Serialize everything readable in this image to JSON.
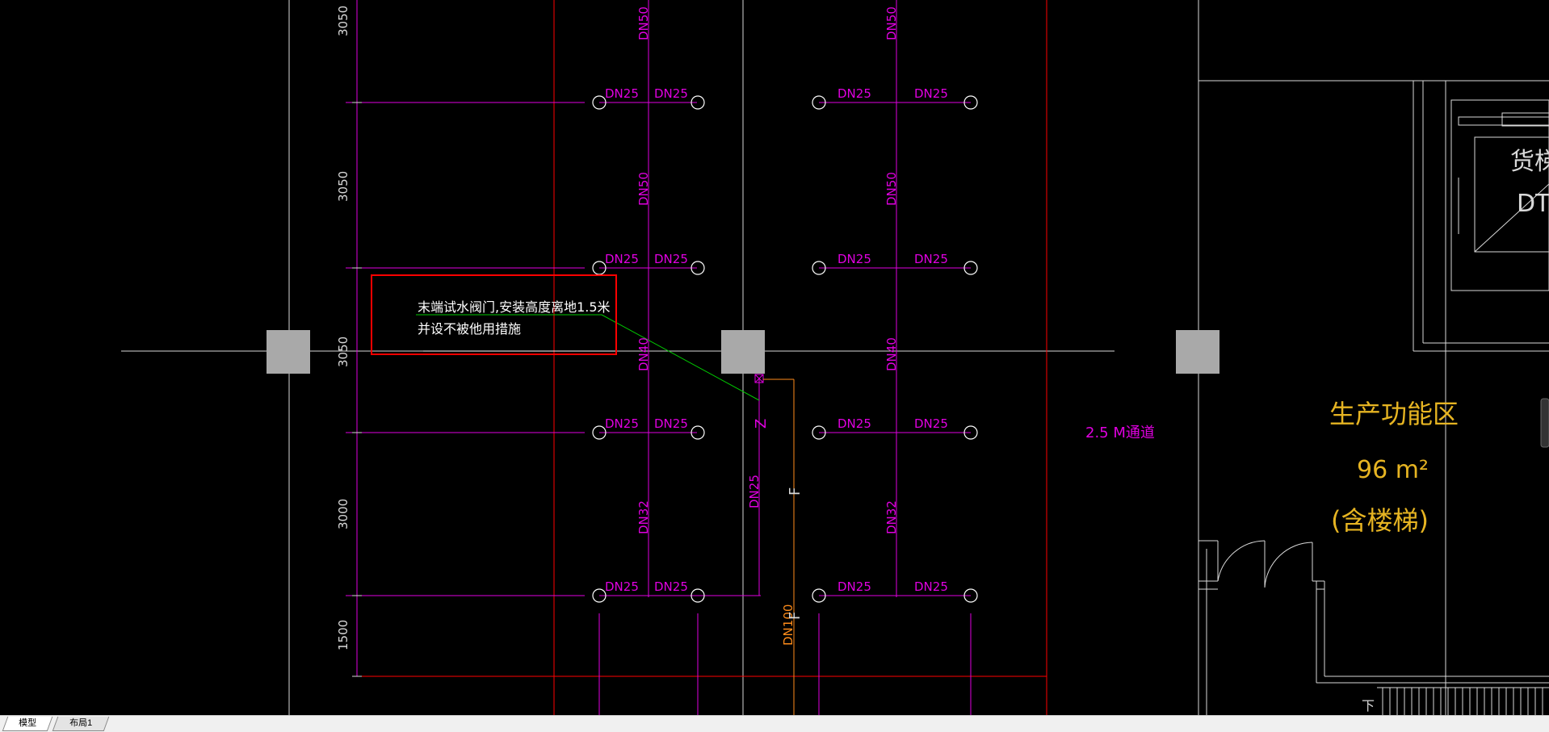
{
  "colors": {
    "background": "#000000",
    "white_line": "#d9d9d9",
    "magenta": "#e000e0",
    "red": "#ff0000",
    "green": "#00c800",
    "yellow": "#e6b422",
    "orange": "#ff8c1a",
    "column": "#a9a9a9"
  },
  "dimensions": [
    "3050",
    "3050",
    "3050",
    "3000",
    "1500"
  ],
  "pipe_labels": {
    "dn25": "DN25",
    "dn50": "DN50",
    "dn40": "DN40",
    "dn32": "DN32",
    "dn25_vertical": "DN25",
    "dn100": "DN100"
  },
  "annotation": {
    "line1": "末端试水阀门,安装高度离地1.5米",
    "line2": "并设不被他用措施"
  },
  "riser_labels": {
    "z": "Z",
    "f1": "F",
    "f2": "F"
  },
  "corridor_label": "2.5 M通道",
  "room": {
    "name": "生产功能区",
    "area": "96 m²",
    "note": "(含楼梯)"
  },
  "elevator": {
    "label1": "货梯",
    "label2": "DT"
  },
  "stair_label": "下",
  "tabs": {
    "model": "模型",
    "layout1": "布局1"
  }
}
